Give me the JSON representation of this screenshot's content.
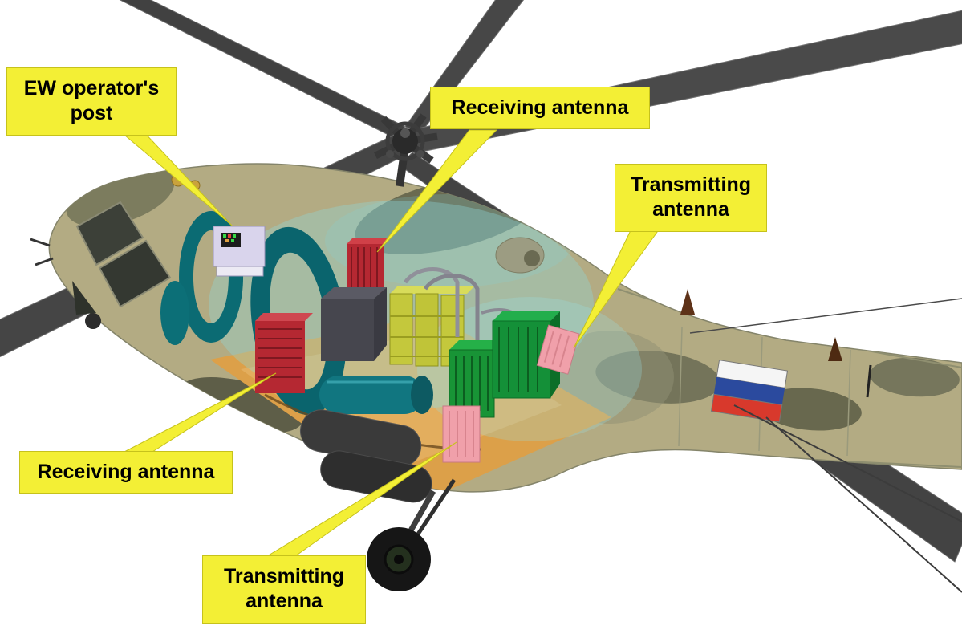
{
  "diagram": {
    "labels": {
      "ew_post": "EW operator's post",
      "receiving_top": "Receiving antenna",
      "transmitting_right": "Transmitting antenna",
      "receiving_left": "Receiving antenna",
      "transmitting_bottom": "Transmitting antenna"
    },
    "colors": {
      "label_bg": "#f3ef35",
      "label_text": "#000000",
      "background": "#ffffff",
      "flag_white": "#f5f5f5",
      "flag_blue": "#2b4a9e",
      "flag_red": "#d8392c",
      "receiver_unit_red": "#b52832",
      "transmitter_panel_pink": "#f0a0aa",
      "equipment_green": "#189436",
      "rack_yellow_green": "#c4c83c",
      "interior_floor_orange": "#dca049",
      "bulkhead_teal": "#0b6b73"
    }
  }
}
